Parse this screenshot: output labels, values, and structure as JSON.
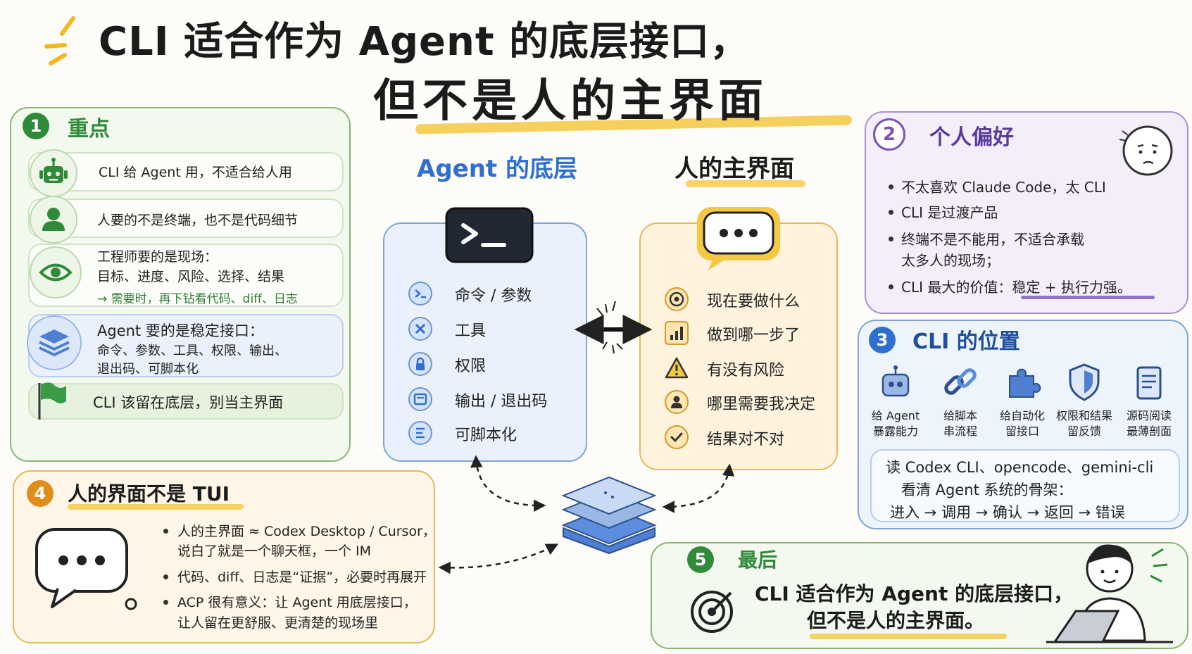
{
  "title": {
    "line1": "CLI 适合作为 Agent 的底层接口，",
    "line2": "但不是人的主界面"
  },
  "panel1": {
    "number": "1",
    "heading": "重点",
    "rows": [
      {
        "icon": "robot-icon",
        "lines": [
          "CLI 给 Agent 用，不适合给人用"
        ]
      },
      {
        "icon": "person-icon",
        "lines": [
          "人要的不是终端，也不是代码细节"
        ]
      },
      {
        "icon": "eye-icon",
        "lines": [
          "工程师要的是现场：",
          "目标、进度、风险、选择、结果"
        ],
        "note": "→ 需要时，再下钻看代码、diff、日志"
      },
      {
        "icon": "layers-icon",
        "lines": [
          "Agent 要的是稳定接口：",
          "命令、参数、工具、权限、输出、",
          "退出码、可脚本化"
        ]
      },
      {
        "icon": "flag-icon",
        "lines": [
          "CLI 该留在底层，别当主界面"
        ]
      }
    ]
  },
  "center": {
    "left_title": "Agent 的底层",
    "left_items": [
      "命令 / 参数",
      "工具",
      "权限",
      "输出 / 退出码",
      "可脚本化"
    ],
    "right_title": "人的主界面",
    "right_items": [
      "现在要做什么",
      "做到哪一步了",
      "有没有风险",
      "哪里需要我决定",
      "结果对不对"
    ]
  },
  "panel2": {
    "number": "2",
    "heading": "个人偏好",
    "items": [
      [
        "不太喜欢 Claude Code，太 CLI"
      ],
      [
        "CLI 是过渡产品"
      ],
      [
        "终端不是不能用，不适合承载",
        "太多人的现场；"
      ],
      [
        "CLI 最大的价值：稳定 + 执行力强。"
      ]
    ]
  },
  "panel3": {
    "number": "3",
    "heading": "CLI 的位置",
    "columns": [
      {
        "icon": "robot-icon",
        "lines": [
          "给 Agent",
          "暴露能力"
        ]
      },
      {
        "icon": "link-icon",
        "lines": [
          "给脚本",
          "串流程"
        ]
      },
      {
        "icon": "puzzle-icon",
        "lines": [
          "给自动化",
          "留接口"
        ]
      },
      {
        "icon": "shield-icon",
        "lines": [
          "权限和结果",
          "留反馈"
        ]
      },
      {
        "icon": "document-icon",
        "lines": [
          "源码阅读",
          "最薄剖面"
        ]
      }
    ],
    "box_lines": [
      "读 Codex CLI、opencode、gemini-cli",
      "看清 Agent 系统的骨架：",
      "进入 → 调用 → 确认 → 返回 → 错误"
    ]
  },
  "panel4": {
    "number": "4",
    "heading": "人的界面不是 TUI",
    "items": [
      [
        "人的主界面 ≈ Codex Desktop / Cursor，",
        "说白了就是一个聊天框，一个 IM"
      ],
      [
        "代码、diff、日志是“证据”，必要时再展开"
      ],
      [
        "ACP 很有意义：让 Agent 用底层接口，",
        "让人留在更舒服、更清楚的现场里"
      ]
    ]
  },
  "panel5": {
    "number": "5",
    "heading": "最后",
    "lines": [
      "CLI 适合作为 Agent 的底层接口，",
      "但不是人的主界面。"
    ]
  },
  "colors": {
    "green": "#2f8a3a",
    "purple": "#7a52b8",
    "blue": "#2e6fd0",
    "orange": "#e08e1b",
    "highlight": "#f5c842"
  }
}
